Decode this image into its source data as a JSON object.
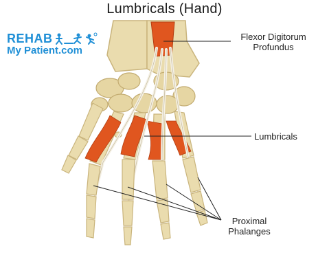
{
  "title": "Lumbricals (Hand)",
  "logo": {
    "line1": "REHAB",
    "line2": "My Patient.com",
    "brand_color": "#1f8fd6"
  },
  "labels": {
    "flexor_line1": "Flexor Digitorum",
    "flexor_line2": "Profundus",
    "lumbricals": "Lumbricals",
    "phalanges_line1": "Proximal",
    "phalanges_line2": "Phalanges"
  },
  "colors": {
    "bone": "#eadcae",
    "bone_shadow": "#c9b47c",
    "muscle": "#e0561f",
    "tendon": "#f5f1e6",
    "leader_line": "#222222"
  }
}
